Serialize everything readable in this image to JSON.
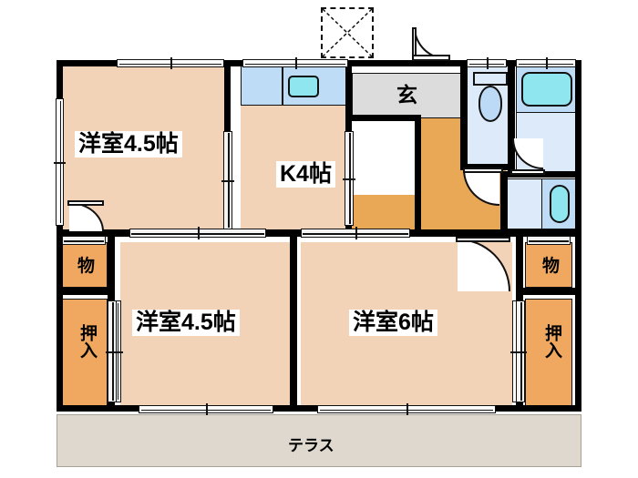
{
  "plan": {
    "type": "japanese-floor-plan",
    "layout_name": "3K",
    "background_color": "#ffffff",
    "wall_color": "#000000",
    "colors": {
      "room_floor": "#f2d3b8",
      "hallway_floor": "#e8a856",
      "closet_floor": "#f0a860",
      "entrance_floor": "#dcdcdc",
      "wet_area_floor": "#dceafa",
      "wet_area_platform": "#bfdcf7",
      "fixture_fill": "#8fe6ef",
      "terrace_floor": "#ded8cf",
      "terrace_border": "#a9a195"
    },
    "rooms": [
      {
        "id": "washitsu-upper-left",
        "label": "洋室4.5帖",
        "kind": "western-room",
        "size_jo": 4.5
      },
      {
        "id": "kitchen",
        "label": "K4帖",
        "kind": "kitchen",
        "size_jo": 4
      },
      {
        "id": "entrance",
        "label": "玄",
        "kind": "entrance",
        "size_jo": null
      },
      {
        "id": "washitsu-lower-left",
        "label": "洋室4.5帖",
        "kind": "western-room",
        "size_jo": 4.5
      },
      {
        "id": "washitsu-lower-right",
        "label": "洋室6帖",
        "kind": "western-room",
        "size_jo": 6
      },
      {
        "id": "closet-storage-left",
        "label": "物",
        "kind": "storage",
        "size_jo": null
      },
      {
        "id": "closet-oshiire-left",
        "label": "押入",
        "kind": "oshiire",
        "size_jo": null
      },
      {
        "id": "closet-storage-right",
        "label": "物",
        "kind": "storage",
        "size_jo": null
      },
      {
        "id": "closet-oshiire-right",
        "label": "押入",
        "kind": "oshiire",
        "size_jo": null
      },
      {
        "id": "terrace",
        "label": "テラス",
        "kind": "terrace",
        "size_jo": null
      }
    ],
    "labels": {
      "room_upper_left": "洋室4.5帖",
      "kitchen": "K4帖",
      "entrance": "玄",
      "room_lower_left": "洋室4.5帖",
      "room_lower_right": "洋室6帖",
      "closet_storage_left": "物",
      "closet_oshiire_left": "押入",
      "closet_storage_right": "物",
      "closet_oshiire_right": "押入",
      "terrace": "テラス"
    },
    "fixtures": [
      {
        "id": "kitchen-sink",
        "name": "kitchen-sink-basin",
        "icon": "sink-icon"
      },
      {
        "id": "kitchen-counter",
        "name": "kitchen-counter",
        "icon": "counter-icon"
      },
      {
        "id": "toilet",
        "name": "toilet-fixture",
        "icon": "toilet-icon"
      },
      {
        "id": "bathtub",
        "name": "bathtub-fixture",
        "icon": "bathtub-icon"
      },
      {
        "id": "washbasin",
        "name": "washbasin-fixture",
        "icon": "washbasin-icon"
      },
      {
        "id": "meter-box",
        "name": "meter-box",
        "icon": "crossed-box-icon"
      }
    ],
    "openings": {
      "entrance_door": "hinged-door-outswing",
      "toilet_door": "hinged-door",
      "bath_door": "hinged-door",
      "bedroom6_door": "hinged-door",
      "room45_door": "hinged-door",
      "sliding_doors": "sliding-fusuma",
      "windows": "sash-window"
    }
  }
}
